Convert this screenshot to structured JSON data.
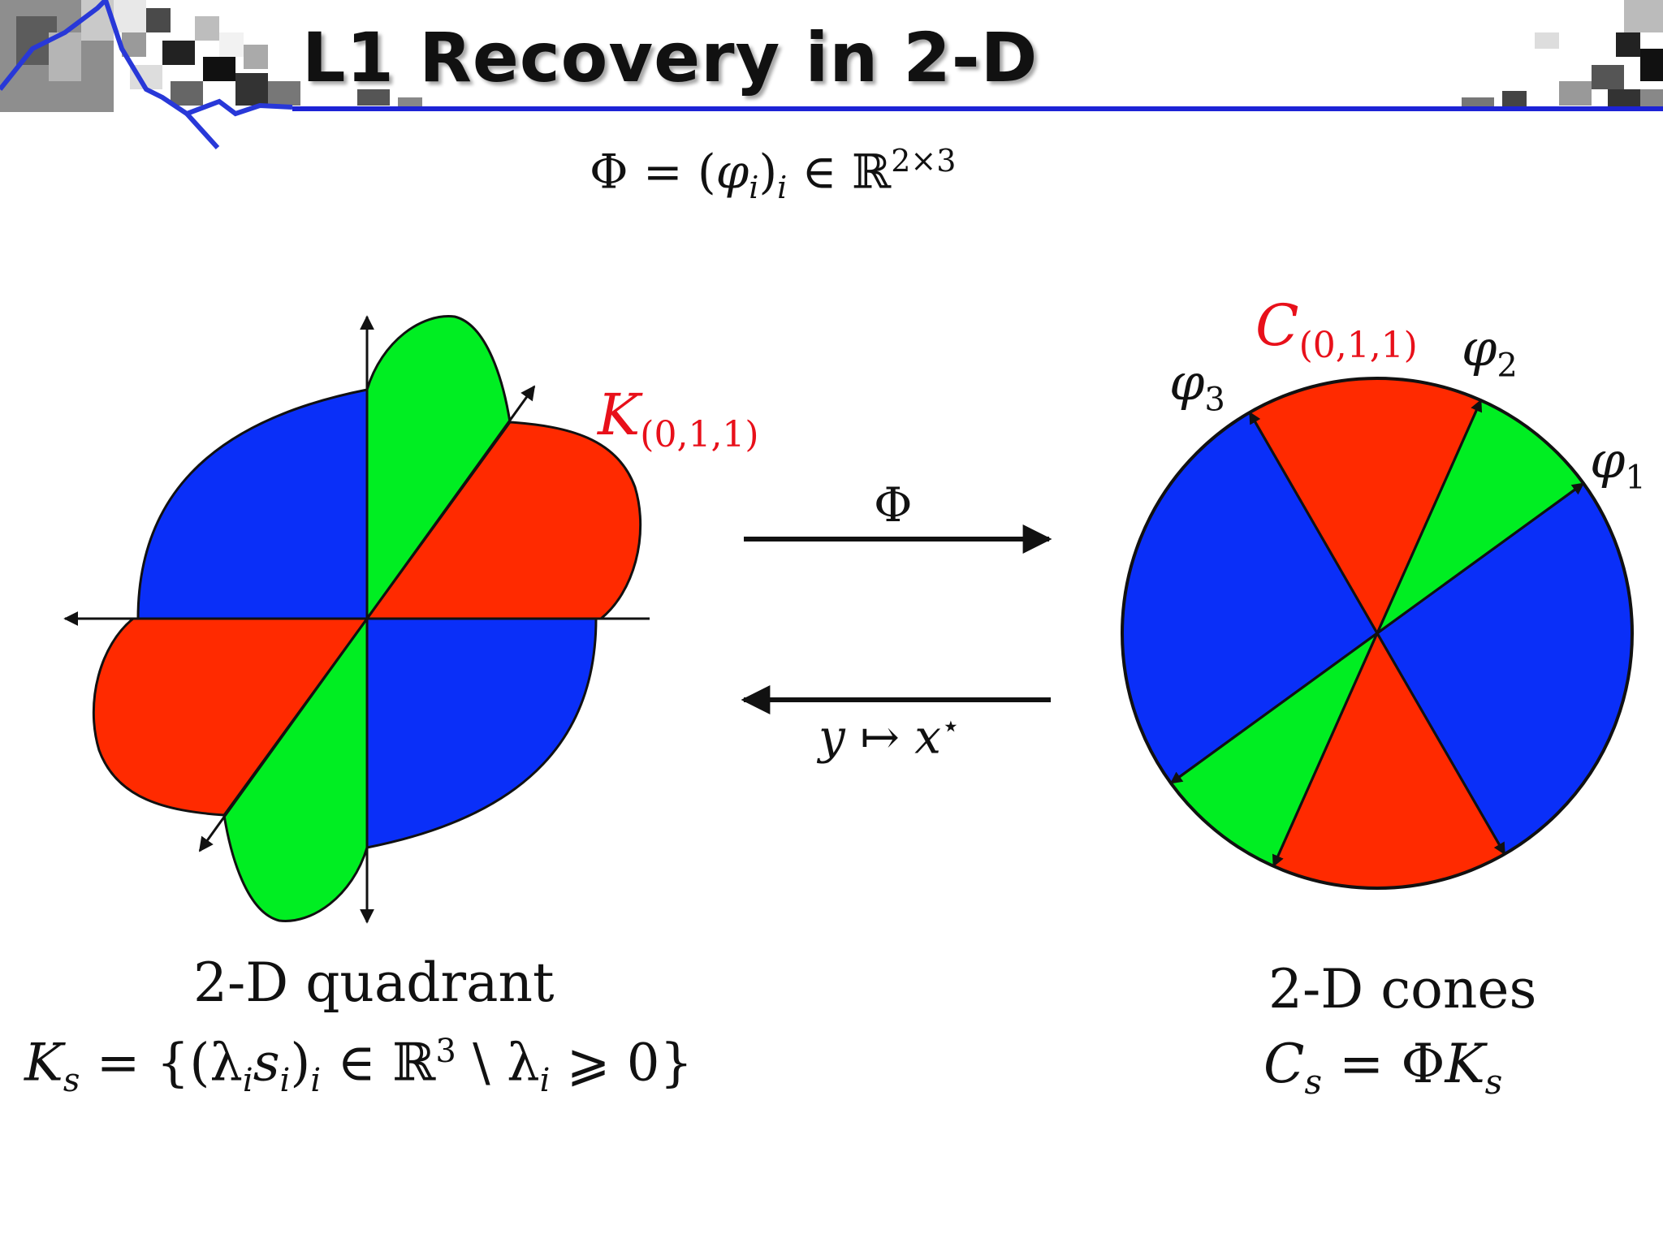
{
  "slide": {
    "title": "L1 Recovery in 2-D",
    "formula_top": {
      "lhs": "Φ = (",
      "phi": "φ",
      "sub_i": "i",
      "paren_close": ")",
      "sub_i2": "i",
      "in": " ∈ ℝ",
      "sup": "2×3"
    }
  },
  "left_panel": {
    "cone_label": {
      "main": "K",
      "sub": "(0,1,1)"
    },
    "caption": "2-D quadrant",
    "formula": {
      "text": "K",
      "sub_s": "s",
      "rest1": " = {(λ",
      "sub_i": "i",
      "s": "s",
      "sub_i_b": "i",
      "rest2": ")",
      "sub_i_c": "i",
      "rest3": " ∈ ℝ",
      "sup3": "3",
      "rest4": " \\ λ",
      "sub_i_d": "i",
      "rest5": " ⩾ 0}"
    }
  },
  "middle": {
    "forward_label": "Φ",
    "inverse_label": {
      "y": "y",
      "mapsto": " ↦ ",
      "x": "x",
      "star": "⋆"
    }
  },
  "right_panel": {
    "cone_label": {
      "main": "C",
      "sub": "(0,1,1)"
    },
    "vectors": [
      {
        "phi": "φ",
        "index": "1"
      },
      {
        "phi": "φ",
        "index": "2"
      },
      {
        "phi": "φ",
        "index": "3"
      }
    ],
    "caption": "2-D cones",
    "formula": {
      "c": "C",
      "sub_s": "s",
      "eq": " = Φ",
      "k": "K",
      "sub_s2": "s"
    }
  },
  "colors": {
    "blue": "#0a2ff8",
    "red": "#ff2a00",
    "green": "#00ee22",
    "accent_line": "#1d23d6",
    "label_red": "#e8101a"
  }
}
